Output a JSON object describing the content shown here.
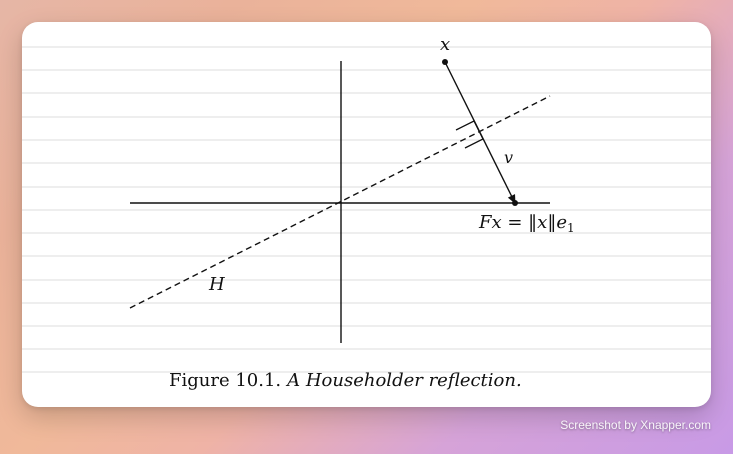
{
  "figure": {
    "label_x": "x",
    "label_v": "v",
    "label_H": "H",
    "label_Fx": "Fx = ‖x‖e",
    "label_Fx_sub": "1",
    "caption_number": "Figure 10.1.",
    "caption_title": "A Householder reflection."
  },
  "watermark": "Screenshot by Xnapper.com",
  "colors": {
    "lines": "#111111",
    "rules": "#d9d9d9",
    "card": "#ffffff"
  }
}
